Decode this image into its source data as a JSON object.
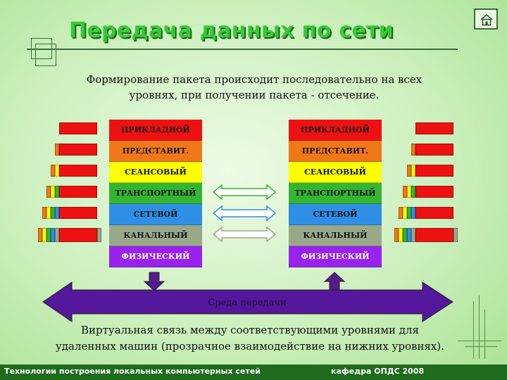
{
  "slide": {
    "title": "Передача данных по сети",
    "intro": "Формирование пакета происходит последовательно на всех уровнях, при получении пакета - отсечение.",
    "bottom_text": "Виртуальная связь между соответствующими уровнями для удаленных машин (прозрачное взаимодействие на нижних уровнях).",
    "media_label": "Среда передачи",
    "home_icon": "home-icon"
  },
  "layers": [
    {
      "label": "ПРИКЛАДНОЙ",
      "color": "#ee1111"
    },
    {
      "label": "ПРЕДСТАВИТ.",
      "color": "#f07818"
    },
    {
      "label": "СЕАНСОВЫЙ",
      "color": "#ffff00"
    },
    {
      "label": "ТРАНСПОРТНЫЙ",
      "color": "#33b533"
    },
    {
      "label": "СЕТЕВОЙ",
      "color": "#2f8fe6"
    },
    {
      "label": "КАНАЛЬНЫЙ",
      "color": "#9aa88a"
    },
    {
      "label": "ФИЗИЧЕСКИЙ",
      "color": "#9922ee"
    }
  ],
  "footer": {
    "left": "Технологии построения локальных компьютерных сетей",
    "right": "кафедра ОПДС   2008"
  }
}
